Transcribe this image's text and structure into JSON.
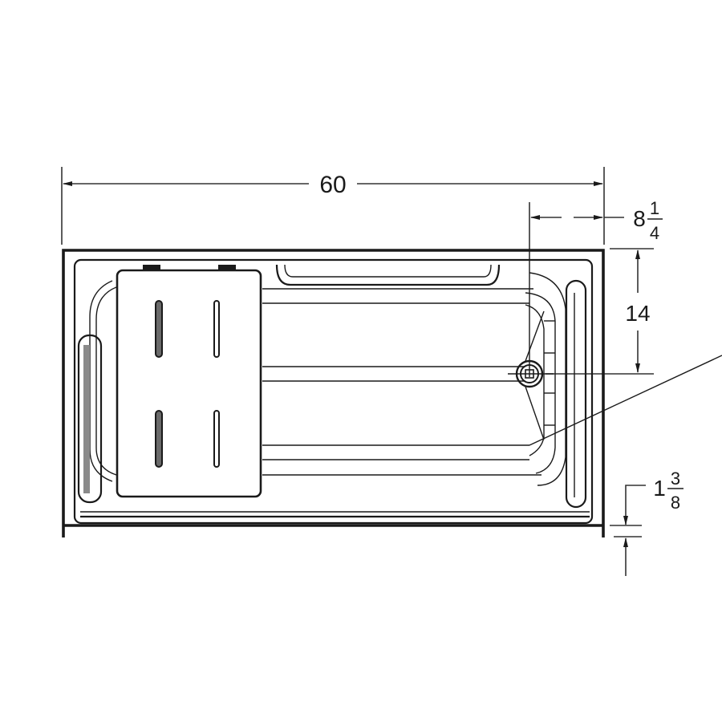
{
  "drawing": {
    "type": "plan-view-technical-drawing",
    "subject": "bathtub with seat",
    "dimensions": {
      "overall_width": "60",
      "drain_offset_whole": "8",
      "drain_offset_num": "1",
      "drain_offset_den": "4",
      "drain_offset_value": "8 1/4",
      "drain_depth": "14",
      "rim_height_whole": "1",
      "rim_height_num": "3",
      "rim_height_den": "8",
      "rim_height_value": "1 3/8"
    },
    "elements": [
      "outer-rim",
      "inner-basin",
      "seat",
      "seat-slots",
      "back-grab-bar",
      "side-grab-bar-left",
      "side-grab-bar-right",
      "drain",
      "leader-line"
    ],
    "colors": {
      "line": "#1a1a1a",
      "background": "#ffffff"
    }
  }
}
